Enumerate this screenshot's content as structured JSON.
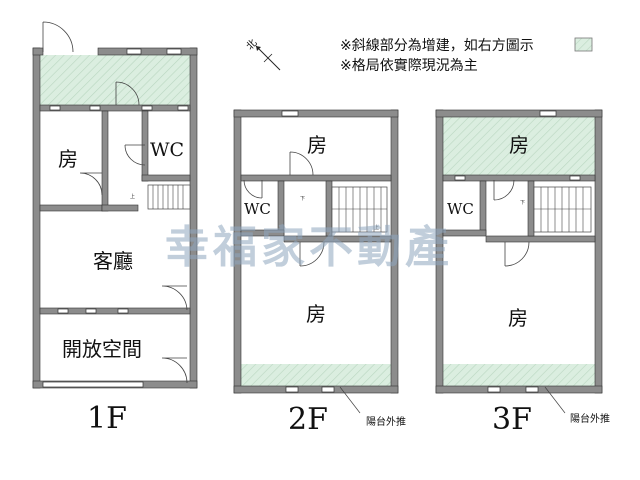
{
  "legend": {
    "line1": "※斜線部分為增建，如右方圖示",
    "line2": "※格局依實際現況為主",
    "hatch_color": "#dbeee0"
  },
  "compass": {
    "label": "北",
    "icon": "north-arrow-icon"
  },
  "watermark": "幸福家不動產",
  "floors": {
    "f1": {
      "label": "1F",
      "rooms": {
        "bedroom": "房",
        "wc": "WC",
        "living": "客廳",
        "open_space": "開放空間"
      }
    },
    "f2": {
      "label": "2F",
      "rooms": {
        "bedroom_top": "房",
        "wc": "WC",
        "bedroom_main": "房"
      },
      "balcony_note": "陽台外推"
    },
    "f3": {
      "label": "3F",
      "rooms": {
        "bedroom_top": "房",
        "wc": "WC",
        "bedroom_main": "房"
      },
      "balcony_note": "陽台外推"
    }
  },
  "stair_labels": {
    "up": "上",
    "down": "下"
  },
  "colors": {
    "wall": "#8c8c8c",
    "hatch": "#dbeee0",
    "watermark": "#8fa7bf"
  }
}
